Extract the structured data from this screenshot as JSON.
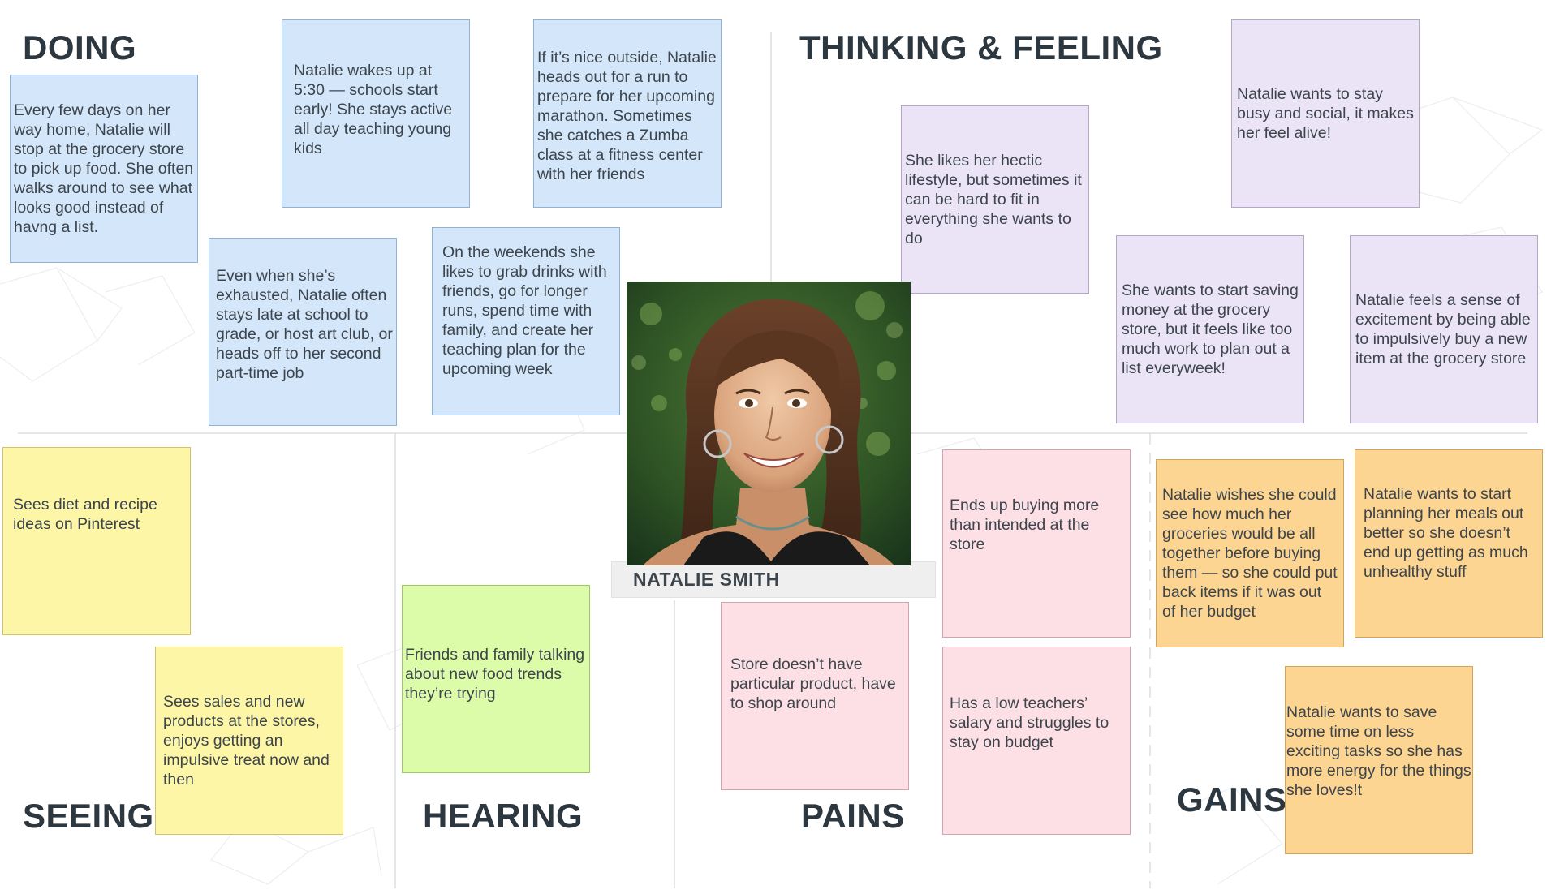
{
  "persona": {
    "name": "NATALIE SMITH",
    "photo_alt": "Natalie portrait"
  },
  "sections": {
    "doing": "DOING",
    "thinking": "THINKING & FEELING",
    "seeing": "SEEING",
    "hearing": "HEARING",
    "pains": "PAINS",
    "gains": "GAINS"
  },
  "notes": {
    "doing": [
      "Every few days on her way home, Natalie will stop at the grocery store to pick up food. She often walks around to see what looks good instead of havng a list.",
      "Natalie wakes up at 5:30 — schools start early! She stays active all day teaching young kids",
      "If it’s nice outside, Natalie heads out for a run to prepare for her upcoming marathon. Sometimes she catches a Zumba class at a fitness center with her friends",
      "Even when she’s exhausted, Natalie often stays late at school to grade, or host art club, or heads off to her second part-time job",
      "On the weekends she likes to grab drinks with friends, go for longer runs, spend time with family, and create her teaching plan for the upcoming week"
    ],
    "thinking": [
      "She likes her hectic lifestyle, but sometimes it can be hard to fit in everything she wants to do",
      "Natalie wants to stay busy and social, it makes her feel alive!",
      "She wants to start saving money at the grocery store, but it feels like too much work to plan out a list everyweek!",
      "Natalie feels a sense of excitement by being able to impulsively buy a new item at the grocery store"
    ],
    "seeing": [
      "Sees diet and recipe ideas on Pinterest",
      "Sees sales and new products at the stores, enjoys getting an impulsive treat now and then"
    ],
    "hearing": [
      "Friends and family talking about new food trends they’re trying"
    ],
    "pains": [
      "Store doesn’t have particular product, have to shop around",
      "Ends up buying more than intended at the store",
      "Has a low teachers’ salary and struggles to stay on budget"
    ],
    "gains": [
      "Natalie wishes she could see how much her groceries would be all together before buying them — so she could put back items if it was out of her budget",
      "Natalie wants to start planning her meals out better so she doesn’t end up getting as much unhealthy stuff",
      "Natalie wants to save some time on less exciting tasks so she has more energy for the things she loves!t"
    ]
  }
}
